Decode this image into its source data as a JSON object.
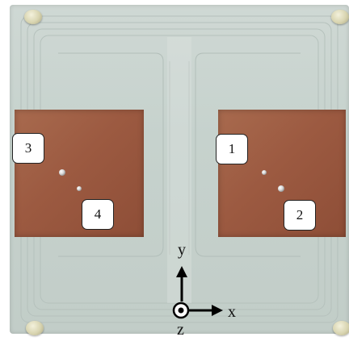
{
  "port_labels": {
    "port_1": "1",
    "port_2": "2",
    "port_3": "3",
    "port_4": "4"
  },
  "axes": {
    "x_label": "x",
    "y_label": "y",
    "z_label": "z"
  },
  "colors": {
    "board": "#c8d3ce",
    "copper_patch": "#9c5a41",
    "label_background": "#ffffff"
  }
}
